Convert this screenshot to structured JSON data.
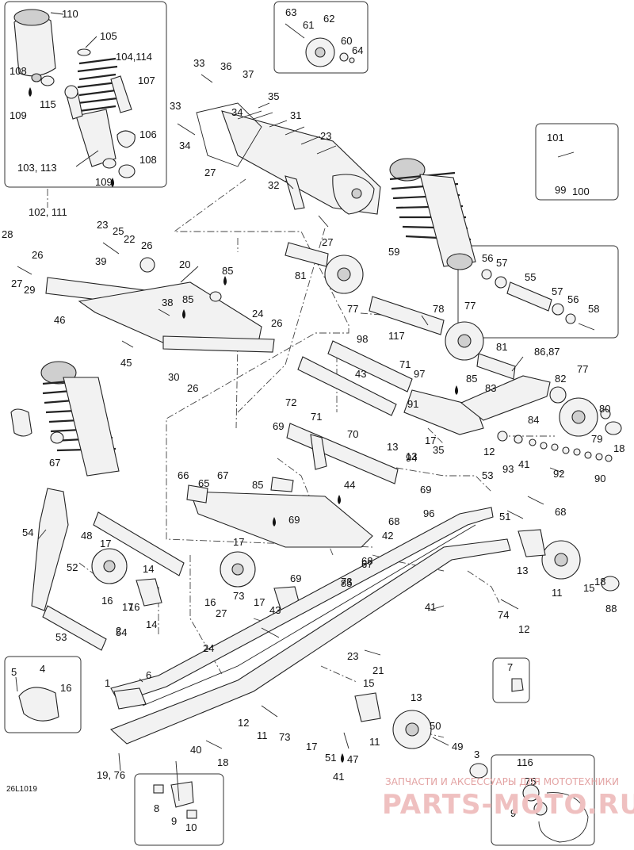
{
  "diagram_code": "26L1019",
  "watermark": {
    "caption": "ЗАПЧАСТИ И АКСЕССУАРЫ ДЛЯ МОТОТЕХНИКИ",
    "logo_text": "PARTS-MOTO.RU"
  },
  "callouts": [
    "110",
    "105",
    "104,114",
    "108",
    "107",
    "115",
    "109",
    "106",
    "103, 113",
    "108",
    "109",
    "102, 111",
    "63",
    "61",
    "62",
    "60",
    "64",
    "33",
    "36",
    "37",
    "35",
    "33",
    "34",
    "31",
    "34",
    "23",
    "27",
    "32",
    "27",
    "101",
    "99",
    "100",
    "28",
    "23",
    "25",
    "22",
    "26",
    "27",
    "29",
    "26",
    "39",
    "20",
    "85",
    "38",
    "85",
    "46",
    "24",
    "26",
    "45",
    "30",
    "26",
    "59",
    "81",
    "77",
    "78",
    "56",
    "57",
    "55",
    "57",
    "56",
    "58",
    "117",
    "77",
    "98",
    "81",
    "86,87",
    "43",
    "71",
    "97",
    "85",
    "82",
    "77",
    "83",
    "91",
    "84",
    "80",
    "72",
    "71",
    "69",
    "79",
    "18",
    "70",
    "17",
    "13",
    "35",
    "12",
    "13",
    "94",
    "41",
    "93",
    "92",
    "90",
    "53",
    "54",
    "67",
    "66",
    "65",
    "67",
    "85",
    "44",
    "69",
    "96",
    "51",
    "68",
    "68",
    "85",
    "69",
    "67",
    "42",
    "54",
    "48",
    "17",
    "52",
    "14",
    "16",
    "17",
    "14",
    "17",
    "16",
    "69",
    "68",
    "73",
    "15",
    "11",
    "18",
    "88",
    "73",
    "17",
    "16",
    "13",
    "27",
    "43",
    "53",
    "2",
    "41",
    "74",
    "12",
    "24",
    "23",
    "21",
    "7",
    "5",
    "4",
    "1",
    "6",
    "16",
    "15",
    "13",
    "12",
    "11",
    "73",
    "50",
    "17",
    "11",
    "49",
    "51",
    "47",
    "41",
    "40",
    "18",
    "3",
    "19, 76",
    "116",
    "75",
    "9",
    "8",
    "9",
    "10"
  ],
  "icons": {
    "lubricant": "oil-drop-icon"
  }
}
